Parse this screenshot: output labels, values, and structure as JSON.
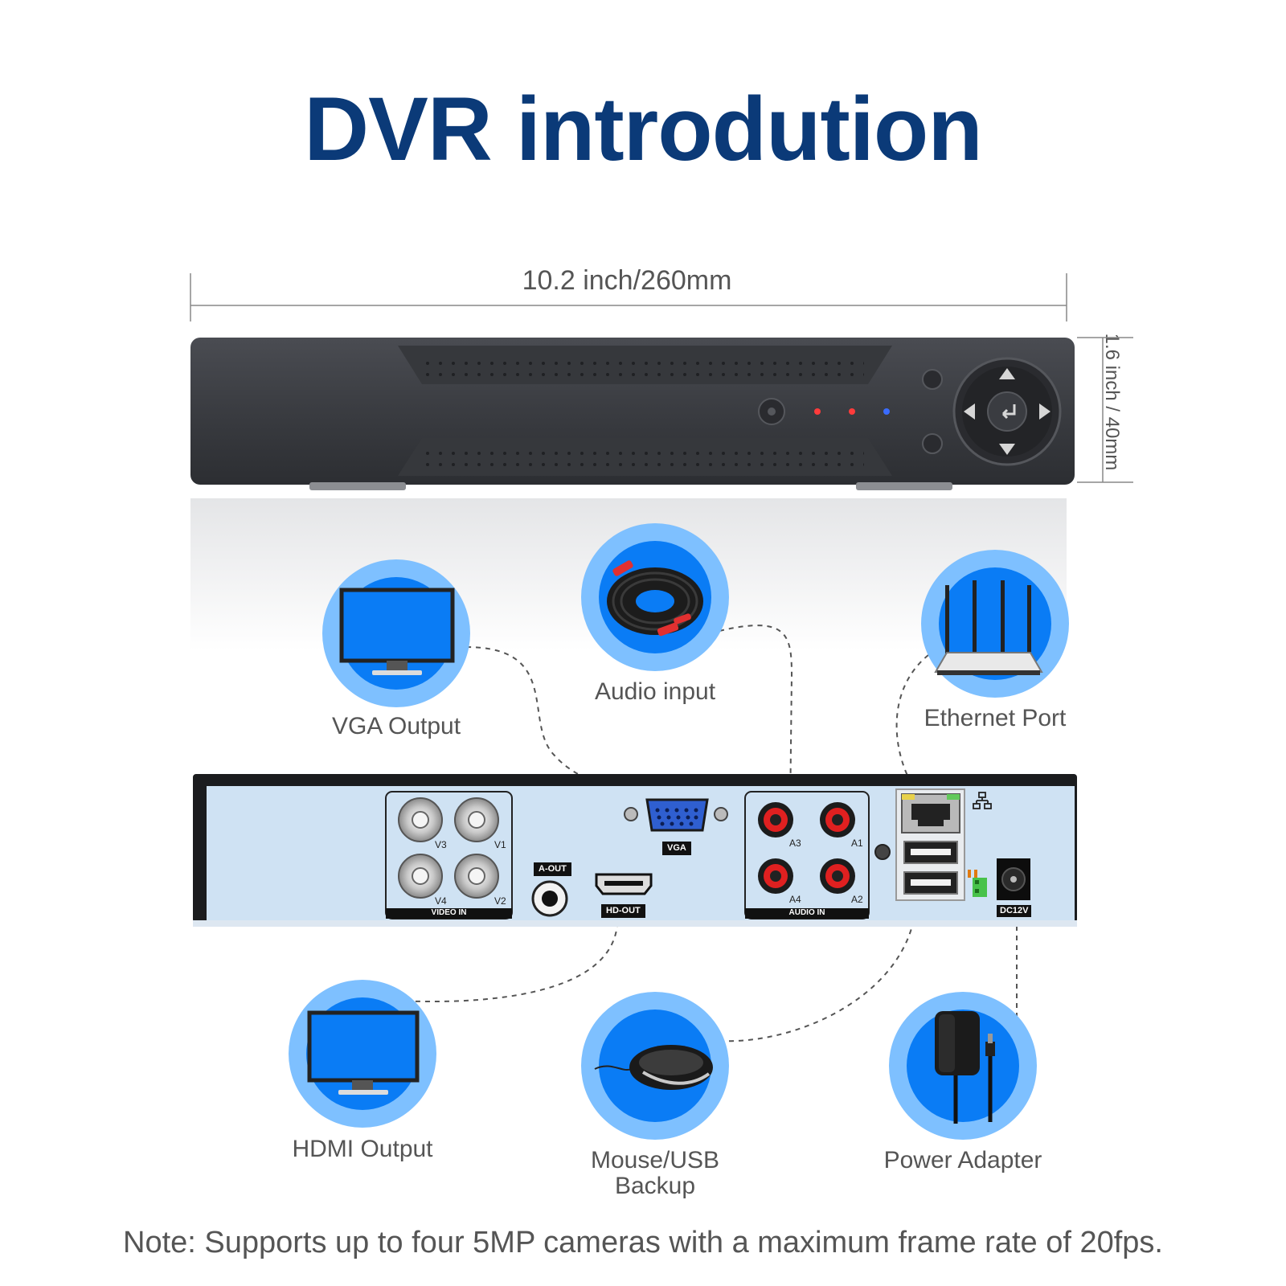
{
  "title": "DVR introdution",
  "dimensions": {
    "width_label": "10.2 inch/260mm",
    "height_label": "1.6 inch / 40mm"
  },
  "connections": {
    "vga_output": "VGA Output",
    "audio_input": "Audio input",
    "ethernet_port": "Ethernet Port",
    "hdmi_output": "HDMI Output",
    "mouse_usb_backup": "Mouse/USB Backup",
    "power_adapter": "Power Adapter"
  },
  "rear_panel": {
    "video_channels": [
      "V3",
      "V1",
      "V4",
      "V2"
    ],
    "video_in": "VIDEO IN",
    "vga": "VGA",
    "a_out": "A-OUT",
    "hd_out": "HD-OUT",
    "audio_channels": [
      "A3",
      "A1",
      "A4",
      "A2"
    ],
    "audio_in": "AUDIO IN",
    "dc": "DC12V"
  },
  "note": "Note: Supports up to four 5MP cameras with a maximum frame rate of 20fps.",
  "colors": {
    "title": "#0b3a78",
    "accent_blue": "#0a7cf5",
    "circle_outer": "#7ec0ff",
    "panel_blue": "#cfe2f3",
    "device_body": "#3b3d42"
  }
}
